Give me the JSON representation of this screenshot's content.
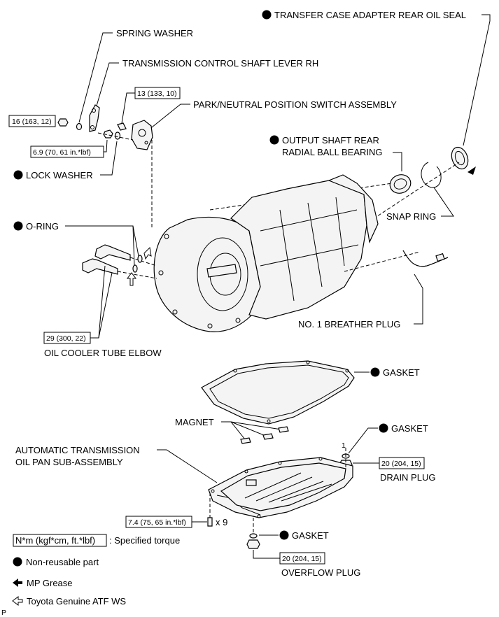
{
  "labels": {
    "transfer_case_seal": "TRANSFER CASE ADAPTER REAR OIL SEAL",
    "spring_washer": "SPRING WASHER",
    "control_shaft_lever": "TRANSMISSION CONTROL SHAFT LEVER RH",
    "pn_switch": "PARK/NEUTRAL POSITION SWITCH ASSEMBLY",
    "lock_washer": "LOCK WASHER",
    "output_bearing_1": "OUTPUT SHAFT REAR",
    "output_bearing_2": "RADIAL BALL BEARING",
    "snap_ring": "SNAP RING",
    "o_ring": "O-RING",
    "breather_plug": "NO. 1 BREATHER PLUG",
    "oil_cooler_elbow": "OIL COOLER TUBE ELBOW",
    "gasket_top": "GASKET",
    "magnet": "MAGNET",
    "gasket_drain": "GASKET",
    "oil_pan_1": "AUTOMATIC TRANSMISSION",
    "oil_pan_2": "OIL PAN SUB-ASSEMBLY",
    "drain_plug": "DRAIN PLUG",
    "gasket_overflow": "GASKET",
    "overflow_plug": "OVERFLOW PLUG",
    "bolt_count": "x 9",
    "count_1": "1",
    "corner_code": "P"
  },
  "torques": {
    "t_16": "16 (163, 12)",
    "t_13": "13 (133, 10)",
    "t_69": "6.9 (70, 61 in.*lbf)",
    "t_29": "29 (300, 22)",
    "t_20_drain": "20 (204, 15)",
    "t_74": "7.4 (75, 65 in.*lbf)",
    "t_20_overflow": "20 (204, 15)"
  },
  "legend": {
    "torque_unit": "N*m (kgf*cm, ft.*lbf)",
    "torque_desc": ": Specified torque",
    "non_reusable": "Non-reusable part",
    "mp_grease": "MP Grease",
    "atf_ws": "Toyota Genuine ATF WS"
  }
}
